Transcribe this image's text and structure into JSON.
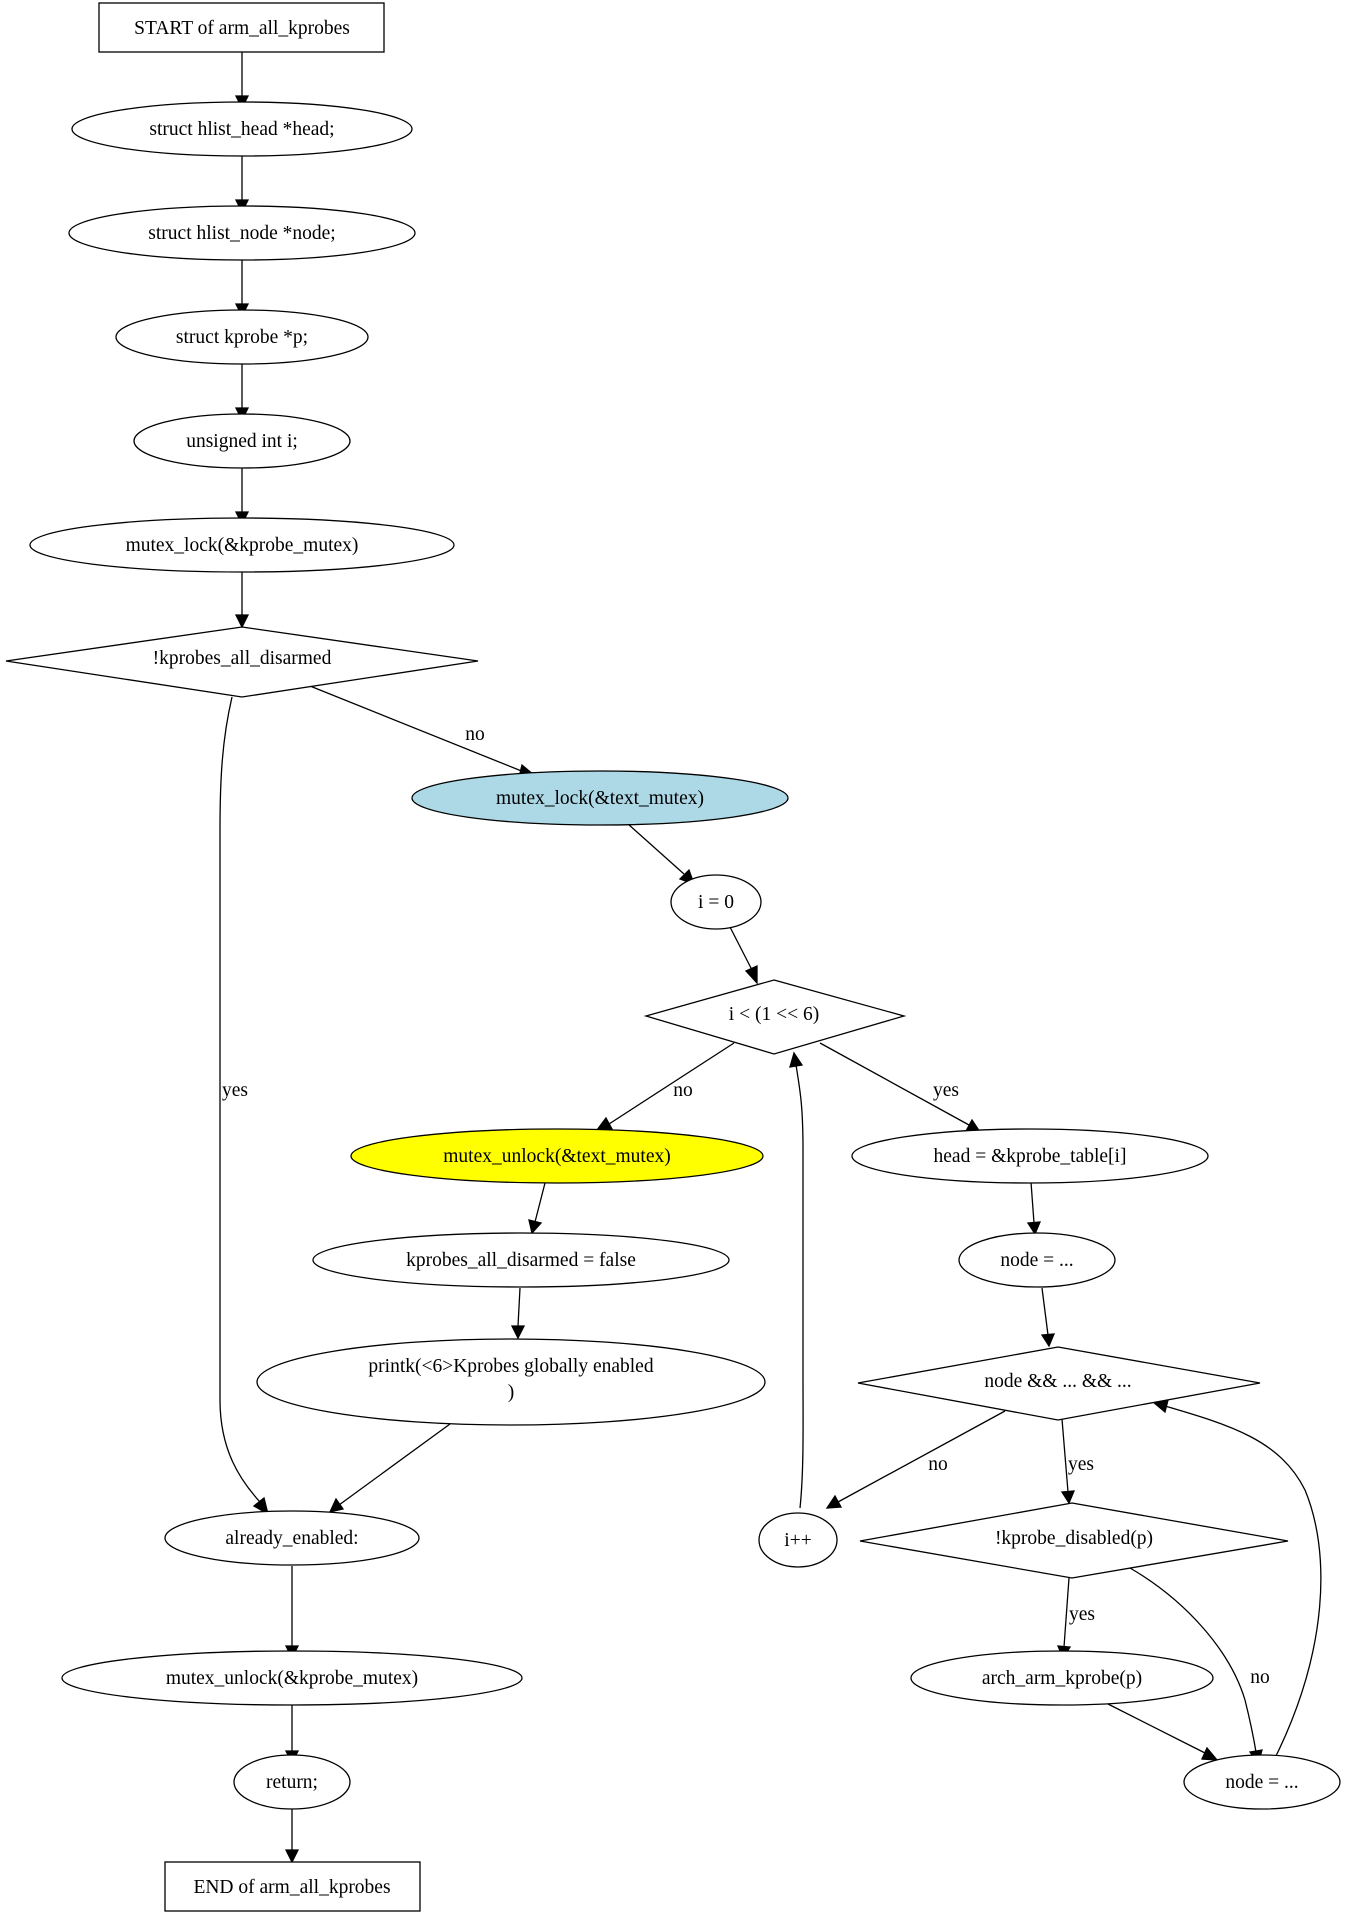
{
  "diagram": {
    "nodes": {
      "start": {
        "label": "START of arm_all_kprobes",
        "shape": "box",
        "fill": "#ffffff"
      },
      "decl_head": {
        "label": "struct hlist_head *head;",
        "shape": "ellipse",
        "fill": "#ffffff"
      },
      "decl_node": {
        "label": "struct hlist_node *node;",
        "shape": "ellipse",
        "fill": "#ffffff"
      },
      "decl_p": {
        "label": "struct kprobe *p;",
        "shape": "ellipse",
        "fill": "#ffffff"
      },
      "decl_i": {
        "label": "unsigned int i;",
        "shape": "ellipse",
        "fill": "#ffffff"
      },
      "lock_kprobe": {
        "label": "mutex_lock(&kprobe_mutex)",
        "shape": "ellipse",
        "fill": "#ffffff"
      },
      "check_disarmed": {
        "label": "!kprobes_all_disarmed",
        "shape": "diamond",
        "fill": "#ffffff"
      },
      "lock_text": {
        "label": "mutex_lock(&text_mutex)",
        "shape": "ellipse",
        "fill": "#add8e6"
      },
      "init_i": {
        "label": "i = 0",
        "shape": "ellipse",
        "fill": "#ffffff"
      },
      "loop_cond": {
        "label": "i < (1 << 6)",
        "shape": "diamond",
        "fill": "#ffffff"
      },
      "unlock_text": {
        "label": "mutex_unlock(&text_mutex)",
        "shape": "ellipse",
        "fill": "#ffff00"
      },
      "set_head": {
        "label": "head = &kprobe_table[i]",
        "shape": "ellipse",
        "fill": "#ffffff"
      },
      "set_disarmed": {
        "label": "kprobes_all_disarmed = false",
        "shape": "ellipse",
        "fill": "#ffffff"
      },
      "node_init": {
        "label": "node = ...",
        "shape": "ellipse",
        "fill": "#ffffff"
      },
      "printk": {
        "label": "printk(<6>Kprobes globally enabled",
        "label_line2": ")",
        "shape": "ellipse",
        "fill": "#ffffff"
      },
      "node_cond": {
        "label": "node && ... && ...",
        "shape": "diamond",
        "fill": "#ffffff"
      },
      "already_enabled": {
        "label": "already_enabled:",
        "shape": "ellipse",
        "fill": "#ffffff"
      },
      "incr_i": {
        "label": "i++",
        "shape": "ellipse",
        "fill": "#ffffff"
      },
      "check_probe": {
        "label": "!kprobe_disabled(p)",
        "shape": "diamond",
        "fill": "#ffffff"
      },
      "unlock_kprobe": {
        "label": "mutex_unlock(&kprobe_mutex)",
        "shape": "ellipse",
        "fill": "#ffffff"
      },
      "arm_probe": {
        "label": "arch_arm_kprobe(p)",
        "shape": "ellipse",
        "fill": "#ffffff"
      },
      "return_stmt": {
        "label": "return;",
        "shape": "ellipse",
        "fill": "#ffffff"
      },
      "node_next": {
        "label": "node = ...",
        "shape": "ellipse",
        "fill": "#ffffff"
      },
      "end": {
        "label": "END of arm_all_kprobes",
        "shape": "box",
        "fill": "#ffffff"
      }
    },
    "edge_labels": {
      "check_disarmed_no": "no",
      "check_disarmed_yes": "yes",
      "loop_cond_no": "no",
      "loop_cond_yes": "yes",
      "node_cond_no": "no",
      "node_cond_yes": "yes",
      "check_probe_yes": "yes",
      "check_probe_no": "no"
    }
  }
}
